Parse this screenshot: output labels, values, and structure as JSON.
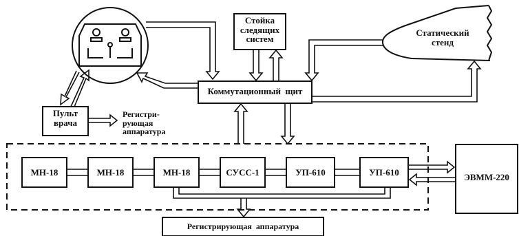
{
  "blocks": {
    "rack": "Стойка\nследящих\nсистем",
    "static_stand": "Статический\nстенд",
    "switchboard": "Коммутационный  щит",
    "doctor_console": "Пульт\nврача",
    "recorder_top": "Регистри-\nрующая\nаппаратура",
    "mn18_1": "МН-18",
    "mn18_2": "МН-18",
    "mn18_3": "МН-18",
    "suss1": "СУСС-1",
    "up610_1": "УП-610",
    "up610_2": "УП-610",
    "computer": "ЭВММ-220",
    "recorder_bottom": "Регистрирующая  аппаратура"
  },
  "colors": {
    "ink": "#111111",
    "paper": "#ffffff"
  }
}
